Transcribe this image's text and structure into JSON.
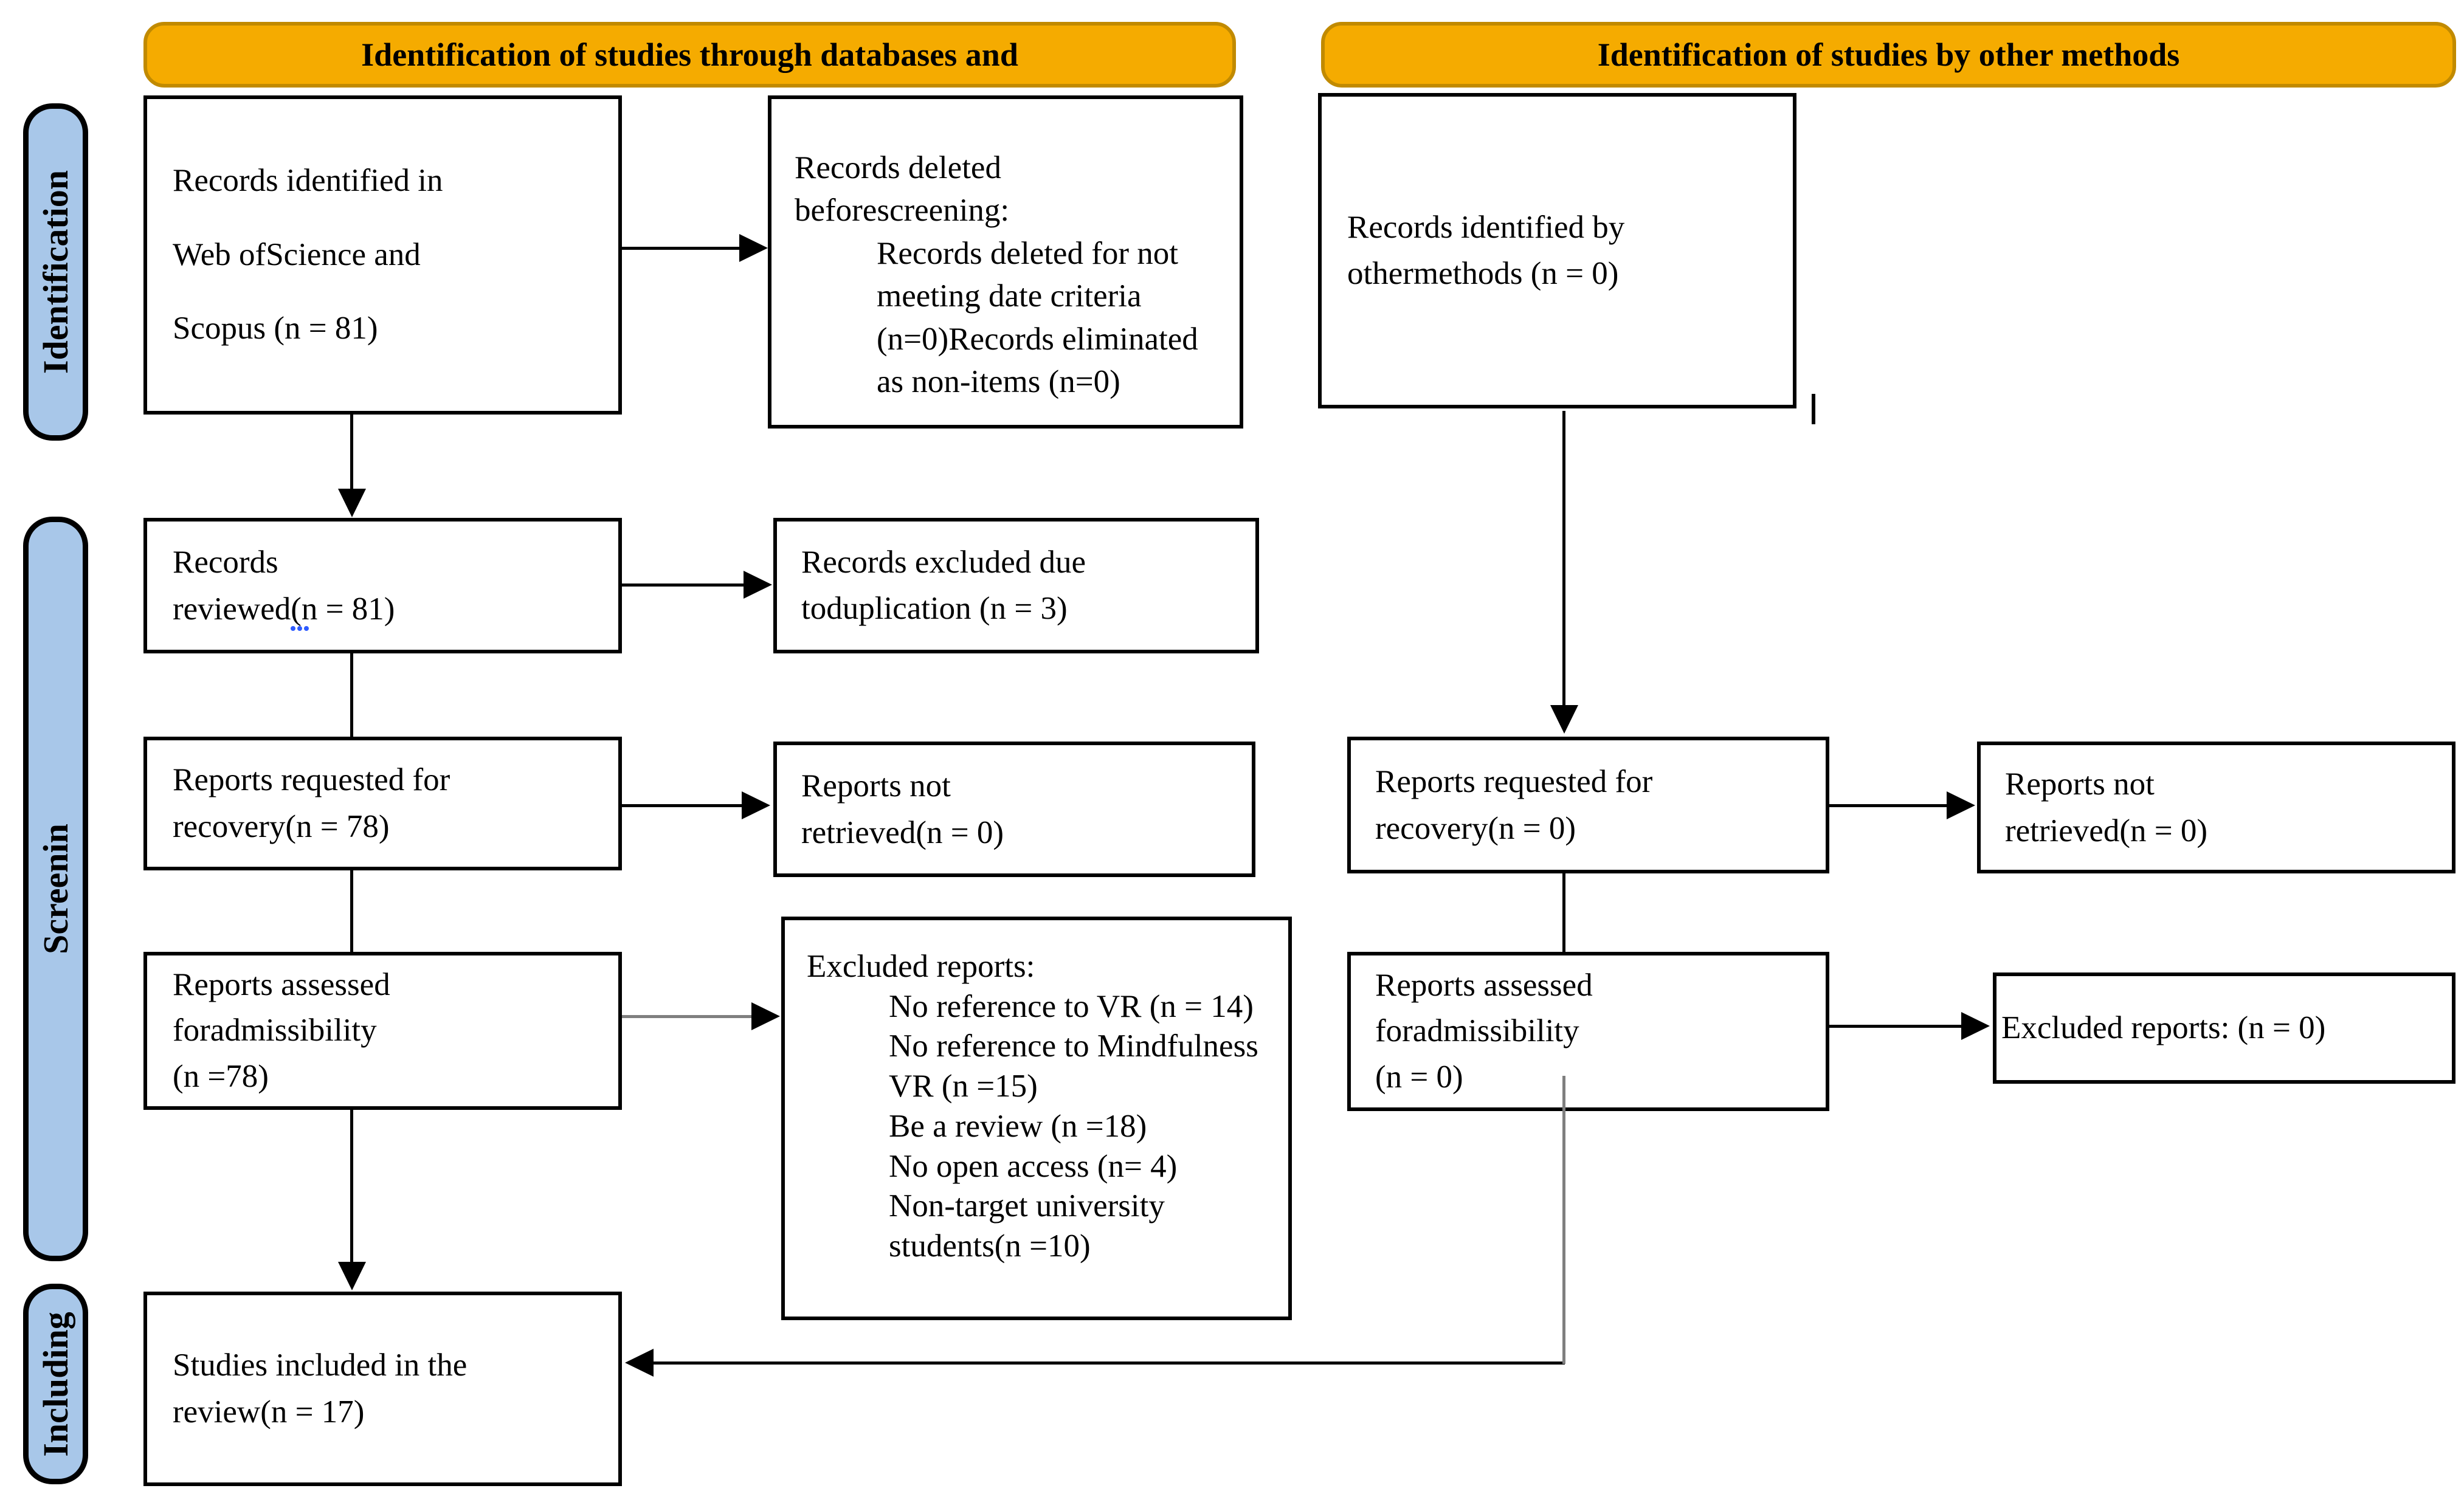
{
  "headers": {
    "databases": "Identification of studies through databases and",
    "other": "Identification of studies by other methods"
  },
  "side_labels": {
    "identification": "Identification",
    "screening": "Screenin",
    "including": "Including"
  },
  "boxes": {
    "records_identified": {
      "lines": [
        "Records identified in",
        "Web ofScience and",
        "Scopus (n = 81)"
      ]
    },
    "records_deleted": {
      "lines": [
        "Records deleted",
        "beforescreening:"
      ],
      "details": [
        "Records deleted for not",
        "meeting date criteria",
        "(n=0)Records eliminated",
        "as non-items (n=0)"
      ]
    },
    "records_identified_other": {
      "lines": [
        "Records identified by",
        "othermethods (n = 0)"
      ]
    },
    "records_reviewed": {
      "lines": [
        "Records",
        "reviewed(n = 81)"
      ]
    },
    "records_excluded": {
      "lines": [
        "Records excluded due",
        "toduplication (n = 3)"
      ]
    },
    "reports_requested": {
      "lines": [
        "Reports requested for",
        "recovery(n = 78)"
      ]
    },
    "reports_not_retrieved": {
      "lines": [
        "Reports not",
        "retrieved(n = 0)"
      ]
    },
    "reports_assessed": {
      "lines": [
        "Reports assessed",
        "foradmissibility",
        "(n =78)"
      ]
    },
    "excluded_reports": {
      "heading": "Excluded reports:",
      "items": [
        "No reference to VR  (n = 14)",
        "No reference to Mindfulness",
        "VR (n =15)",
        "Be a review (n =18)",
        "No open access (n= 4)",
        "Non-target university",
        "students(n =10)"
      ]
    },
    "reports_requested_other": {
      "lines": [
        "Reports requested for",
        "recovery(n = 0)"
      ]
    },
    "reports_not_retrieved_other": {
      "lines": [
        "Reports not",
        "retrieved(n = 0)"
      ]
    },
    "reports_assessed_other": {
      "lines": [
        "Reports assessed",
        "foradmissibility",
        "(n = 0)"
      ]
    },
    "excluded_reports_other": {
      "line": "Excluded reports: (n = 0)"
    },
    "studies_included": {
      "lines": [
        "Studies included in the",
        "review(n = 17)"
      ]
    }
  },
  "colors": {
    "header_bg": "#F5AB00",
    "header_border": "#C18A00",
    "side_label_bg": "#A8C7E9",
    "box_border": "#000000",
    "connector_gray": "#7F7F7F",
    "spellcheck_blue": "#2E5BFF"
  }
}
